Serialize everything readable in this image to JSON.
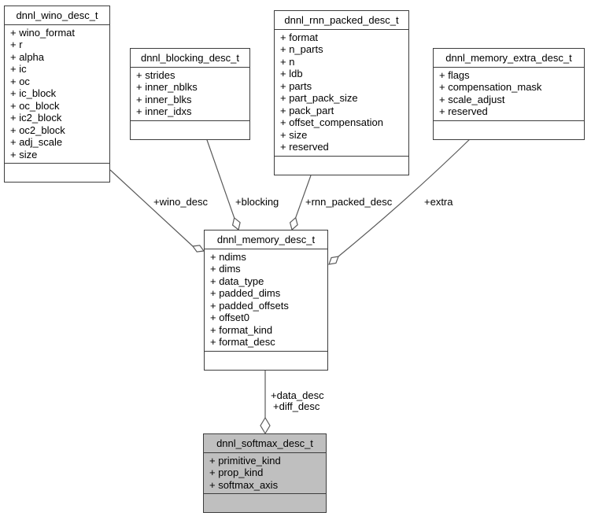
{
  "colors": {
    "box_fill": "#ffffff",
    "highlight_fill": "#bfbfbf",
    "border": "#3d3d3d",
    "edge": "#5a5a5a",
    "bg": "#ffffff"
  },
  "classes": {
    "wino": {
      "title": "dnnl_wino_desc_t",
      "fields": [
        "+ wino_format",
        "+ r",
        "+ alpha",
        "+ ic",
        "+ oc",
        "+ ic_block",
        "+ oc_block",
        "+ ic2_block",
        "+ oc2_block",
        "+ adj_scale",
        "+ size"
      ]
    },
    "blocking": {
      "title": "dnnl_blocking_desc_t",
      "fields": [
        "+ strides",
        "+ inner_nblks",
        "+ inner_blks",
        "+ inner_idxs"
      ]
    },
    "rnn": {
      "title": "dnnl_rnn_packed_desc_t",
      "fields": [
        "+ format",
        "+ n_parts",
        "+ n",
        "+ ldb",
        "+ parts",
        "+ part_pack_size",
        "+ pack_part",
        "+ offset_compensation",
        "+ size",
        "+ reserved"
      ]
    },
    "extra": {
      "title": "dnnl_memory_extra_desc_t",
      "fields": [
        "+ flags",
        "+ compensation_mask",
        "+ scale_adjust",
        "+ reserved"
      ]
    },
    "memory": {
      "title": "dnnl_memory_desc_t",
      "fields": [
        "+ ndims",
        "+ dims",
        "+ data_type",
        "+ padded_dims",
        "+ padded_offsets",
        "+ offset0",
        "+ format_kind",
        "+ format_desc"
      ]
    },
    "softmax": {
      "title": "dnnl_softmax_desc_t",
      "fields": [
        "+ primitive_kind",
        "+ prop_kind",
        "+ softmax_axis"
      ]
    }
  },
  "edges": {
    "wino_desc": {
      "label": "+wino_desc"
    },
    "blocking": {
      "label": "+blocking"
    },
    "rnn_packed_desc": {
      "label": "+rnn_packed_desc"
    },
    "extra": {
      "label": "+extra"
    },
    "data_desc": {
      "label": "+data_desc"
    },
    "diff_desc": {
      "label": "+diff_desc"
    }
  }
}
